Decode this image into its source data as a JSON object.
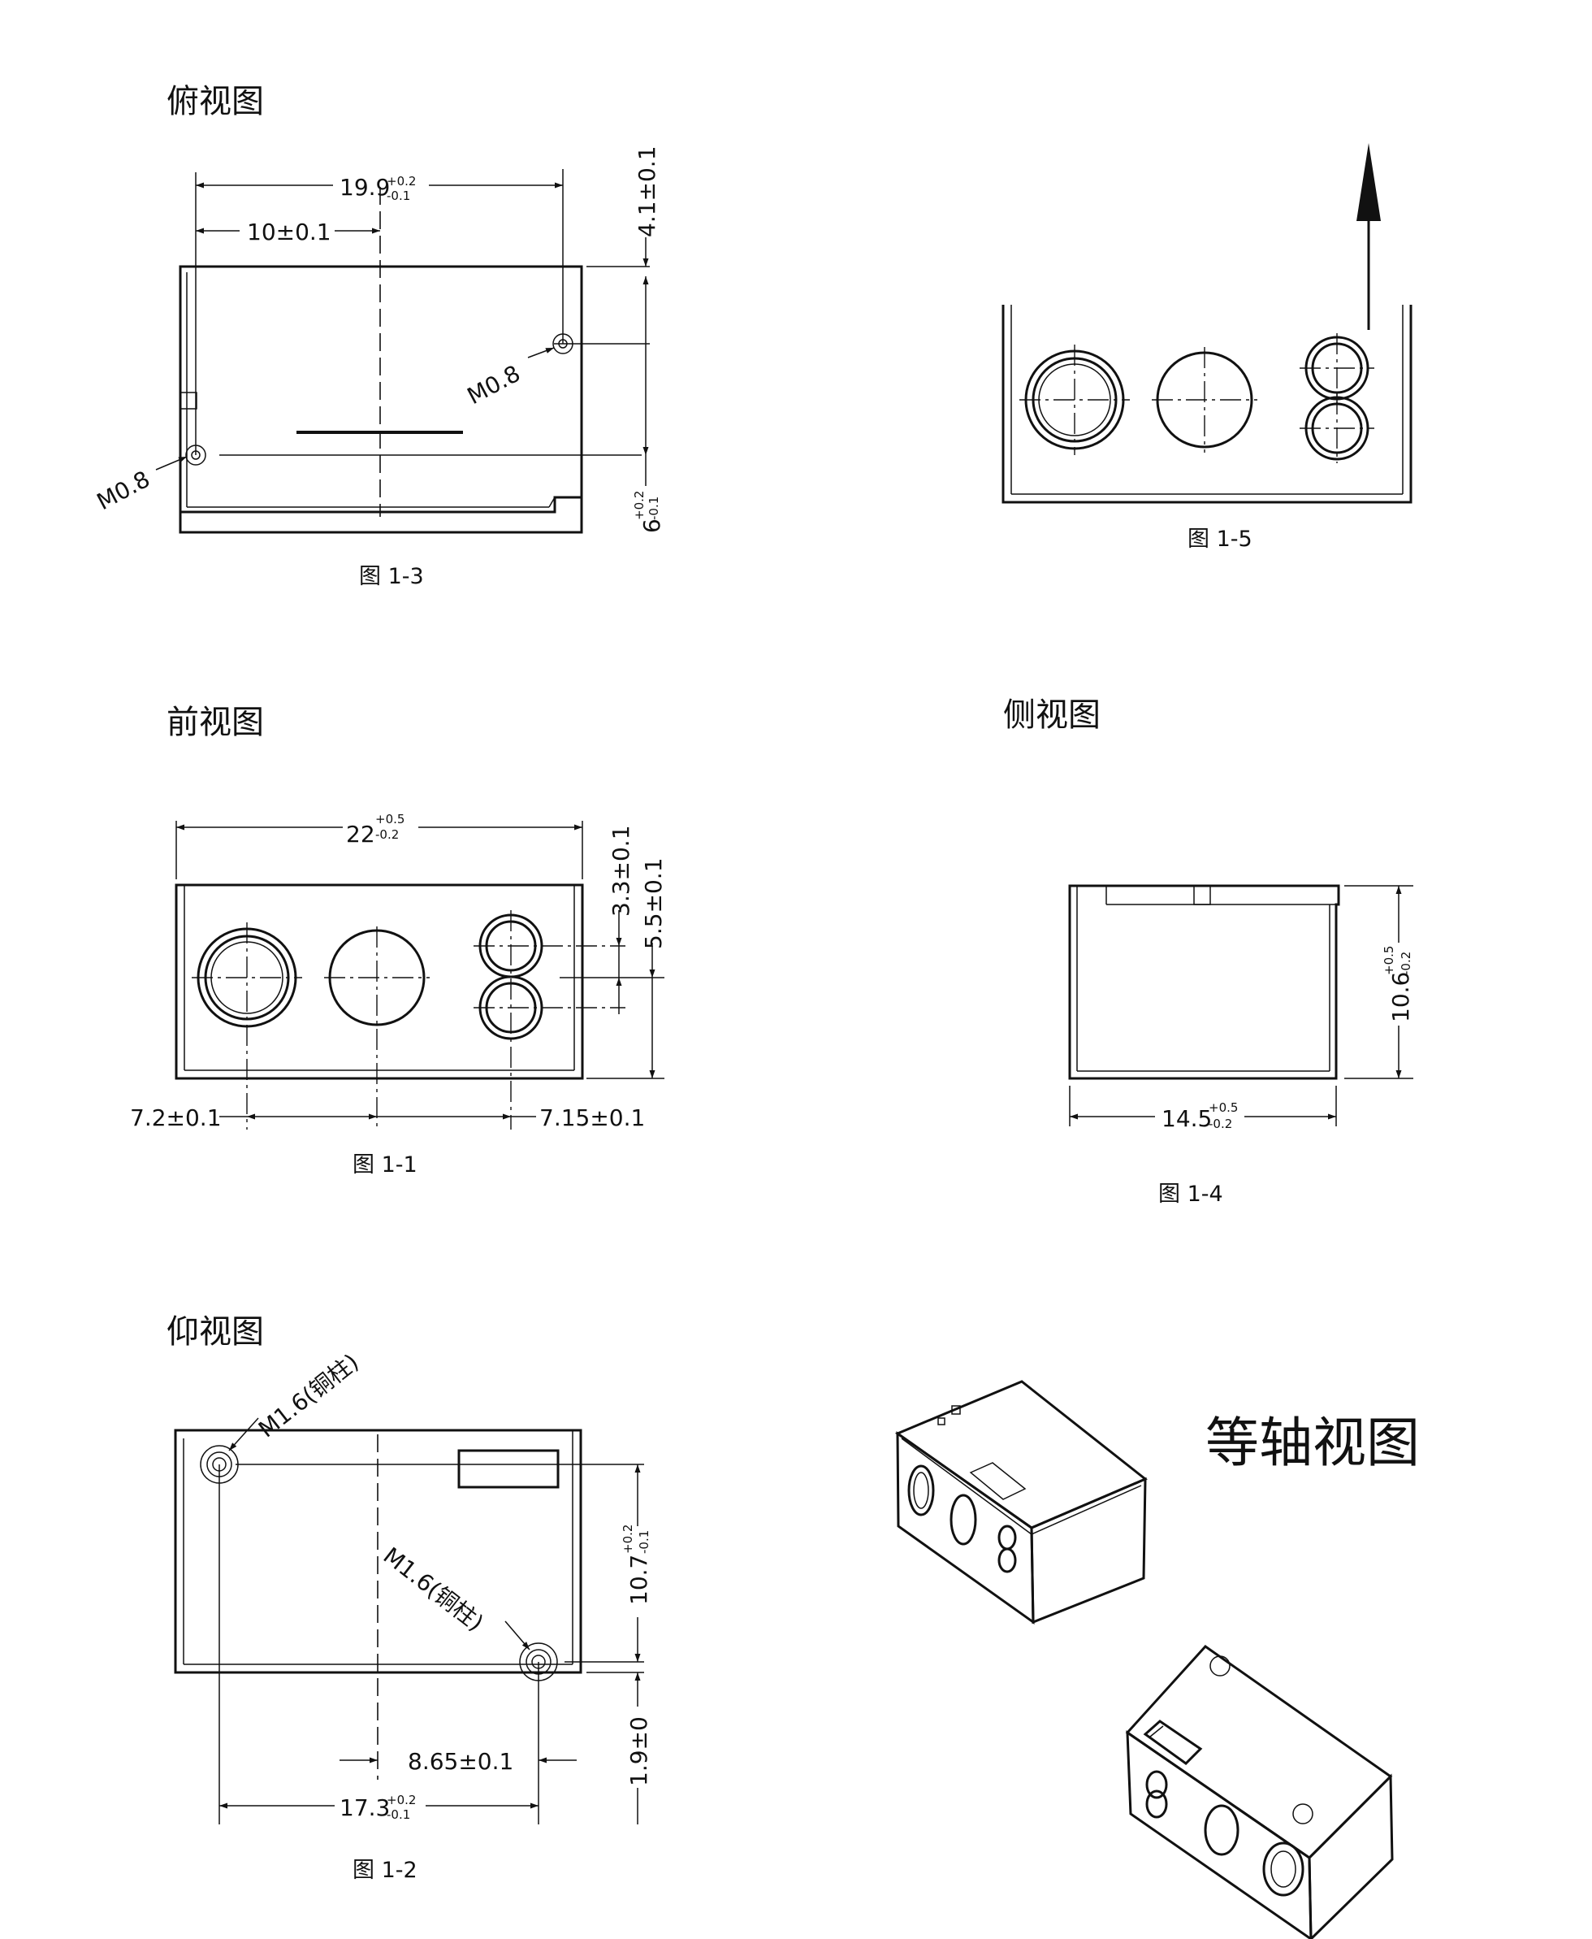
{
  "views": {
    "top": {
      "heading": "俯视图",
      "caption": "图 1-3",
      "dim_width": {
        "base": "19.9",
        "upper": "+0.2",
        "lower": "-0.1"
      },
      "dim_half": "10±0.1",
      "dim_hole_offset": "4.1±0.1",
      "dim_hole_spacing": {
        "base": "6",
        "upper": "+0.2",
        "lower": "-0.1"
      },
      "thread_right": "M0.8",
      "thread_left": "M0.8"
    },
    "front": {
      "heading": "前视图",
      "caption": "图 1-1",
      "dim_width": {
        "base": "22",
        "upper": "+0.5",
        "lower": "-0.2"
      },
      "dim_upper_offset": "3.3±0.1",
      "dim_lower_offset": "5.5±0.1",
      "dim_left": "7.2±0.1",
      "dim_right": "7.15±0.1"
    },
    "side": {
      "heading": "侧视图",
      "caption": "图 1-4",
      "dim_height": {
        "base": "10.6",
        "upper": "+0.5",
        "lower": "-0.2"
      },
      "dim_width": {
        "base": "14.5",
        "upper": "+0.5",
        "lower": "-0.2"
      }
    },
    "front_ref": {
      "caption": "图 1-5"
    },
    "bottom": {
      "heading": "仰视图",
      "caption": "图 1-2",
      "thread_1": "M1.6(铜柱)",
      "thread_2": "M1.6(铜柱)",
      "dim_height": {
        "base": "10.7",
        "upper": "+0.2",
        "lower": "-0.1"
      },
      "dim_offset": "1.9±0",
      "dim_half": "8.65±0.1",
      "dim_width": {
        "base": "17.3",
        "upper": "+0.2",
        "lower": "-0.1"
      }
    },
    "iso": {
      "heading": "等轴视图"
    }
  }
}
